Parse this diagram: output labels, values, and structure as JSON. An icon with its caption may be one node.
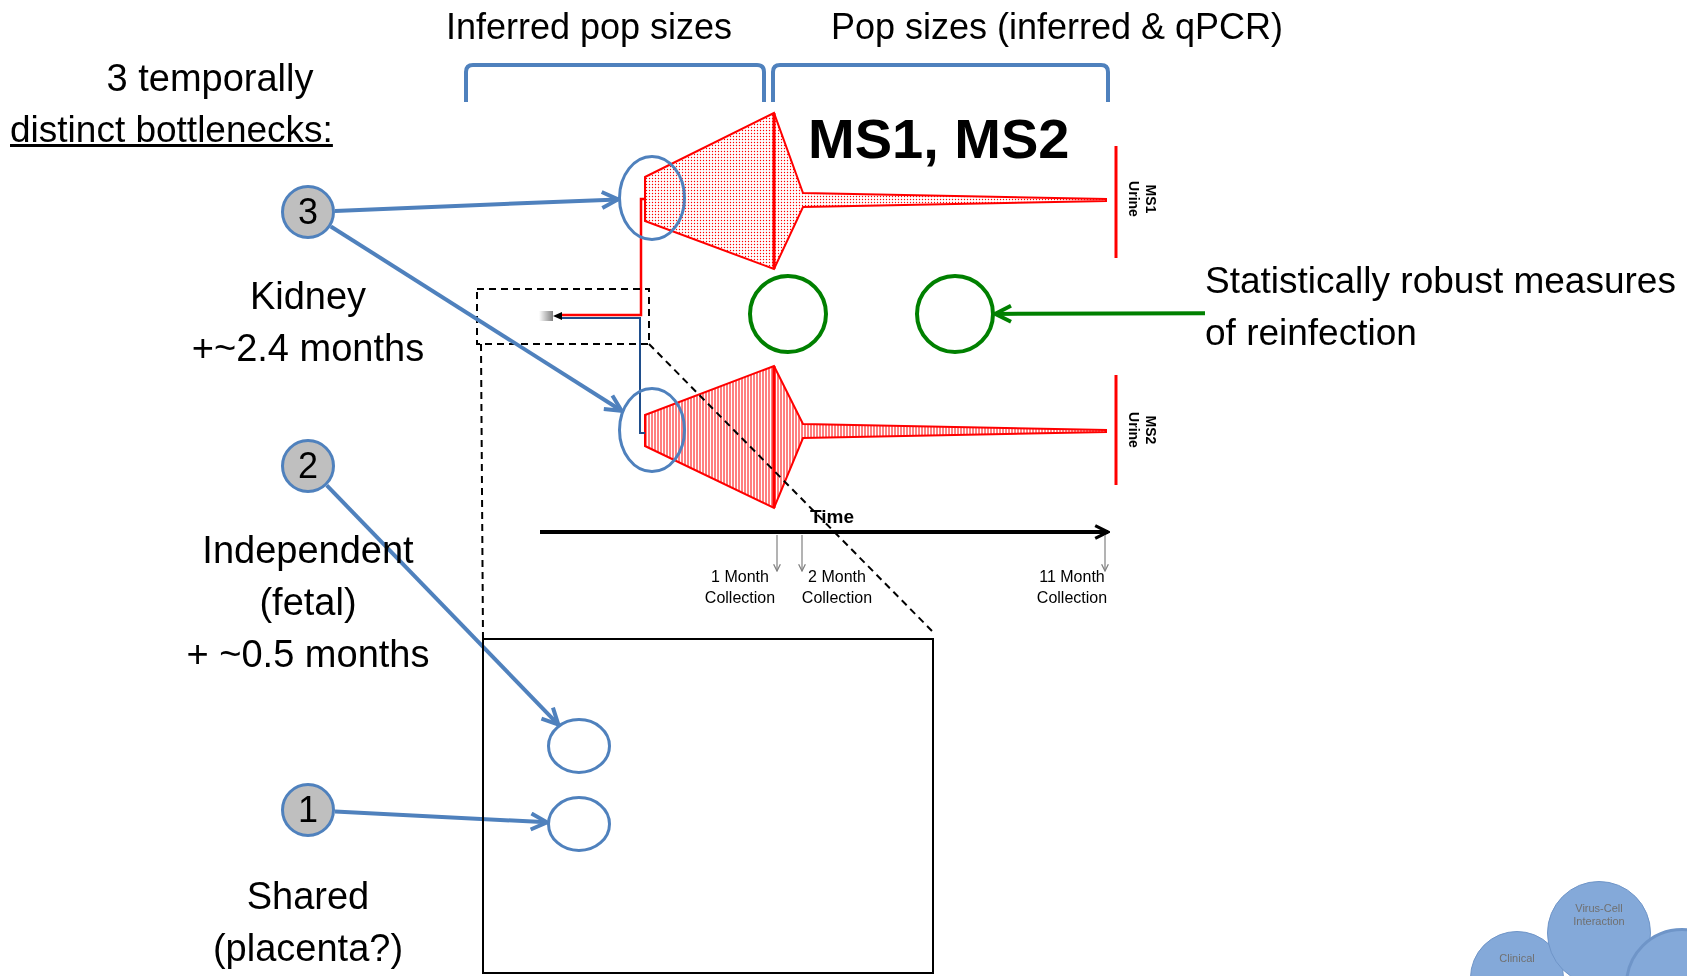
{
  "diagram": {
    "nodes": [
      {
        "text": [
          "3"
        ],
        "beside": [
          "Kidney",
          "+~2.4 months"
        ]
      },
      {
        "text": [],
        "shape": "circle"
      },
      {
        "text": [],
        "shape": "circle"
      },
      {
        "text": [],
        "shape": "circle"
      },
      {
        "text": [
          "Statistically robust measures of reinfection"
        ]
      },
      {
        "text": [],
        "shape": "circle"
      },
      {
        "text": [
          "2"
        ],
        "beside": [
          "Independent (fetal)",
          "+ ~0.5 months"
        ]
      },
      {
        "text": [],
        "shape": "box"
      },
      {
        "text": [],
        "shape": "circle",
        "in": 7
      },
      {
        "text": [
          "1"
        ],
        "beside": [
          "Shared (placenta?)"
        ]
      },
      {
        "text": [],
        "shape": "circle",
        "in": 7
      },
      {
        "text": [
          "Clinical"
        ]
      },
      {
        "text": [
          "Virus-Cell Interaction"
        ]
      },
      {
        "text": [],
        "shape": "circle"
      }
    ],
    "edges": [
      {
        "from": 0,
        "to": 1,
        "arrow": "to"
      },
      {
        "from": 0,
        "to": 5,
        "arrow": "to"
      },
      {
        "from": 6,
        "to": 8,
        "arrow": "to"
      },
      {
        "from": 9,
        "to": 10,
        "arrow": "to"
      },
      {
        "from": 4,
        "to": 3,
        "arrow": "to",
        "color": "#008000"
      }
    ],
    "labels": [
      "Inferred pop sizes",
      "Pop sizes (inferred & qPCR)",
      "3 temporally",
      "distinct bottlenecks:",
      "MS1, MS2",
      "MS1 Urine",
      "MS2 Urine",
      "Time",
      "1 Month Collection",
      "2 Month Collection",
      "11 Month Collection"
    ]
  }
}
